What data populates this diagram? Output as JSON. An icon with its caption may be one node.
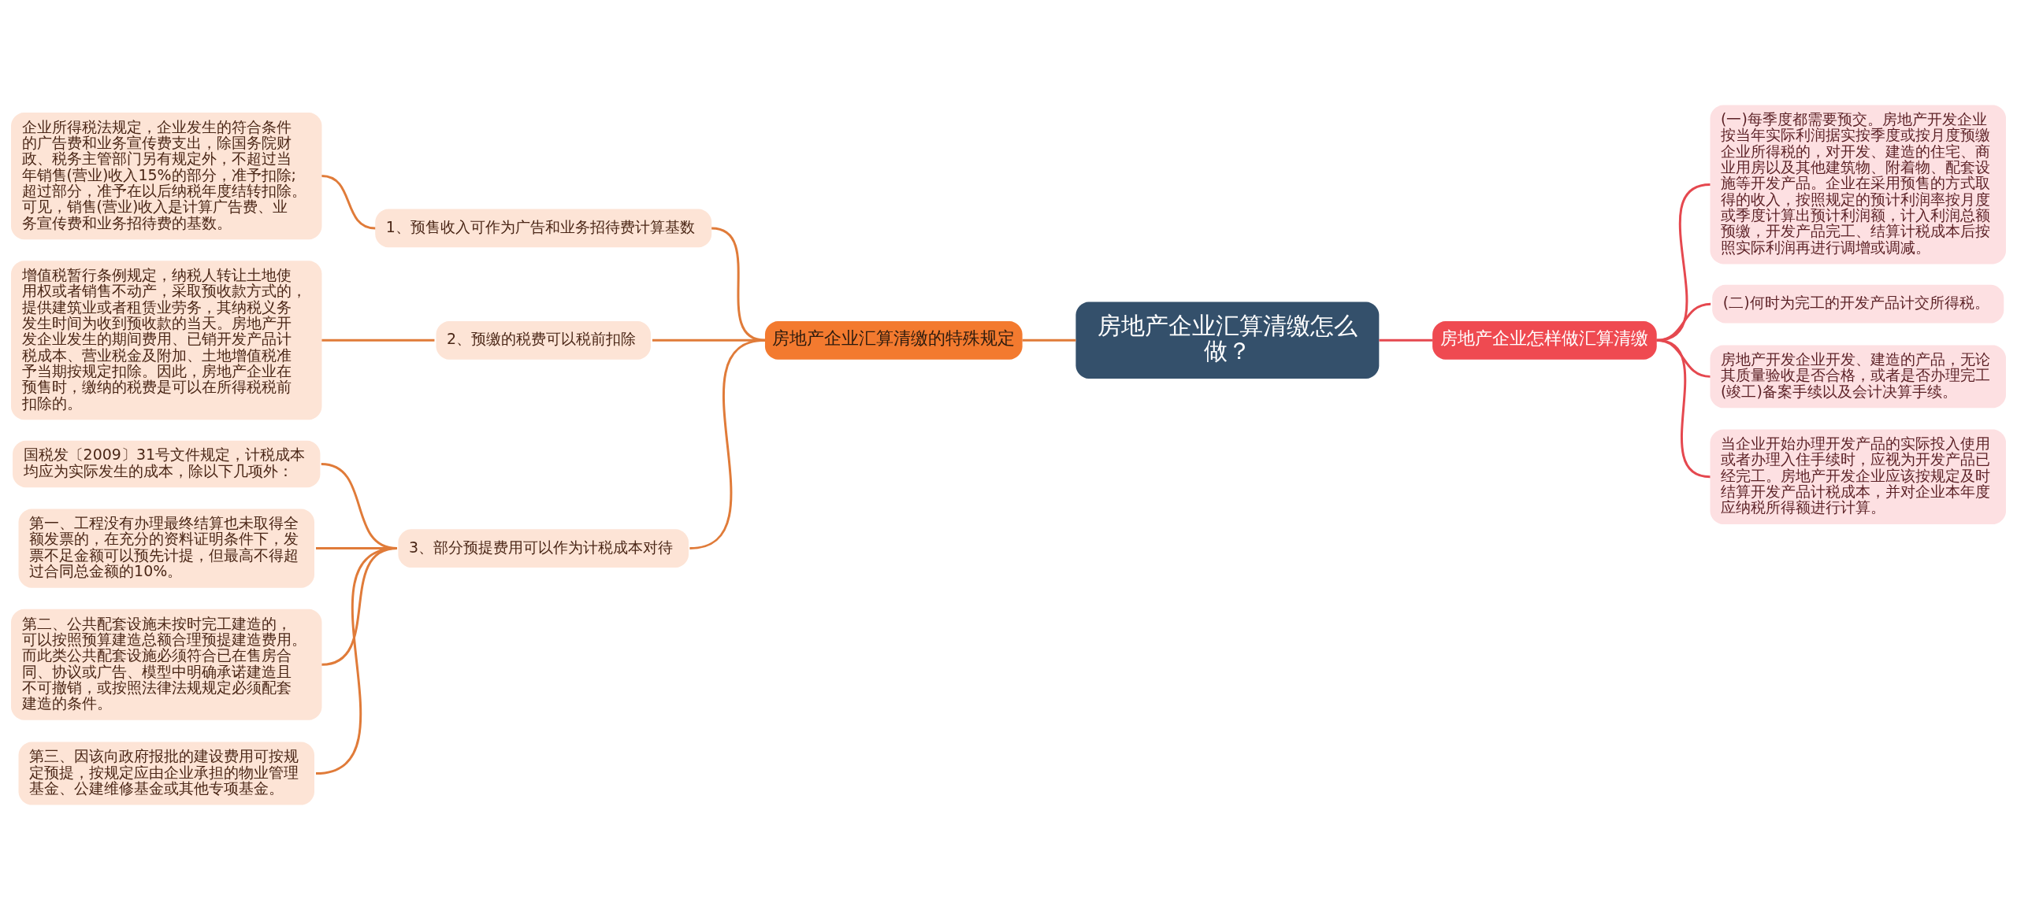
{
  "diagram": {
    "nodes": [
      {
        "text": [
          "房地产企业汇算清缴怎么做？"
        ]
      },
      {
        "text": [
          "房地产企业汇算清缴的特殊规定"
        ]
      },
      {
        "text": [
          "1、预售收入可作为广告和业务招待费计算基数"
        ]
      },
      {
        "text": [
          "企业所得税法规定，企业发生的符合条件的广告费和业务宣传费支出，除国务院财政、税务主管部门另有规定外，不超过当年销售(营业)收入15%的部分，准予扣除;超过部分，准予在以后纳税年度结转扣除。可见，销售(营业)收入是计算广告费、业务宣传费和业务招待费的基数。"
        ]
      },
      {
        "text": [
          "2、预缴的税费可以税前扣除"
        ]
      },
      {
        "text": [
          "增值税暂行条例规定，纳税人转让土地使用权或者销售不动产，采取预收款方式的，提供建筑业或者租赁业劳务，其纳税义务发生时间为收到预收款的当天。房地产开发企业发生的期间费用、已销开发产品计税成本、营业税金及附加、土地增值税准予当期按规定扣除。因此，房地产企业在预售时，缴纳的税费是可以在所得税税前扣除的。"
        ]
      },
      {
        "text": [
          "3、部分预提费用可以作为计税成本对待"
        ]
      },
      {
        "text": [
          "国税发〔2009〕31号文件规定，计税成本均应为实际发生的成本，除以下几项外："
        ]
      },
      {
        "text": [
          "第一、工程没有办理最终结算也未取得全额发票的，在充分的资料证明条件下，发票不足金额可以预先计提，但最高不得超过合同总金额的10%。"
        ]
      },
      {
        "text": [
          "第二、公共配套设施未按时完工建造的，可以按照预算建造总额合理预提建造费用。而此类公共配套设施必须符合已在售房合同、协议或广告、模型中明确承诺建造且不可撤销，或按照法律法规规定必须配套建造的条件。"
        ]
      },
      {
        "text": [
          "第三、因该向政府报批的建设费用可按规定预提，按规定应由企业承担的物业管理基金、公建维修基金或其他专项基金。"
        ]
      },
      {
        "text": [
          "房地产企业怎样做汇算清缴"
        ]
      },
      {
        "text": [
          "(一)每季度都需要预交。房地产开发企业按当年实际利润据实按季度或按月度预缴企业所得税的，对开发、建造的住宅、商业用房以及其他建筑物、附着物、配套设施等开发产品。企业在采用预售的方式取得的收入，按照规定的预计利润率按月度或季度计算出预计利润额，计入利润总额预缴，开发产品完工、结算计税成本后按照实际利润再进行调增或调减。"
        ]
      },
      {
        "text": [
          "(二)何时为完工的开发产品计交所得税。"
        ]
      },
      {
        "text": [
          "房地产开发企业开发、建造的产品，无论其质量验收是否合格，或者是否办理完工(竣工)备案手续以及会计决算手续。"
        ]
      },
      {
        "text": [
          "当企业开始办理开发产品的实际投入使用或者办理入住手续时，应视为开发产品已经完工。房地产开发企业应该按规定及时结算开发产品计税成本，并对企业本年度应纳税所得额进行计算。"
        ]
      }
    ],
    "edges": [
      {
        "from": 1,
        "to": 0,
        "arrow": "none"
      },
      {
        "from": 2,
        "to": 1,
        "arrow": "none"
      },
      {
        "from": 3,
        "to": 2,
        "arrow": "none"
      },
      {
        "from": 4,
        "to": 1,
        "arrow": "none"
      },
      {
        "from": 5,
        "to": 4,
        "arrow": "none"
      },
      {
        "from": 6,
        "to": 1,
        "arrow": "none"
      },
      {
        "from": 7,
        "to": 6,
        "arrow": "none"
      },
      {
        "from": 8,
        "to": 6,
        "arrow": "none"
      },
      {
        "from": 9,
        "to": 6,
        "arrow": "none"
      },
      {
        "from": 10,
        "to": 6,
        "arrow": "none"
      },
      {
        "from": 0,
        "to": 11,
        "arrow": "none",
        "color": "#e5484f"
      },
      {
        "from": 11,
        "to": 12,
        "arrow": "none",
        "color": "#e5484f"
      },
      {
        "from": 11,
        "to": 13,
        "arrow": "none",
        "color": "#e5484f"
      },
      {
        "from": 11,
        "to": 14,
        "arrow": "none",
        "color": "#e5484f"
      },
      {
        "from": 11,
        "to": 15,
        "arrow": "none",
        "color": "#e5484f"
      }
    ]
  }
}
